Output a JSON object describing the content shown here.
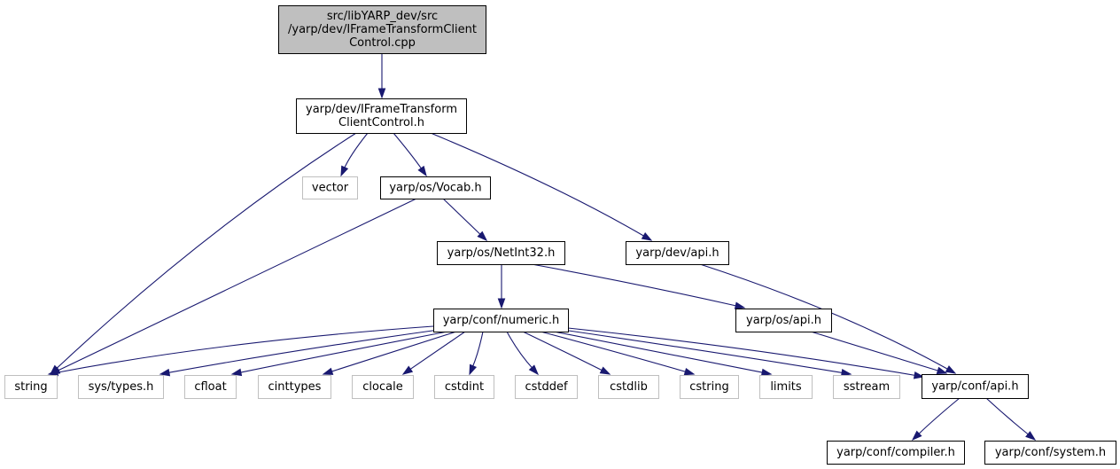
{
  "colors": {
    "edge": "#191970",
    "node_border": "#000000",
    "external_node_border": "#bfbfbf",
    "root_fill": "#bfbfbf",
    "background": "#ffffff"
  },
  "nodes": [
    {
      "id": "root",
      "lines": [
        "src/libYARP_dev/src",
        "/yarp/dev/IFrameTransformClient",
        "Control.cpp"
      ],
      "kind": "root"
    },
    {
      "id": "ifc",
      "lines": [
        "yarp/dev/IFrameTransform",
        "ClientControl.h"
      ],
      "kind": "local"
    },
    {
      "id": "vector",
      "lines": [
        "vector"
      ],
      "kind": "external"
    },
    {
      "id": "vocab",
      "lines": [
        "yarp/os/Vocab.h"
      ],
      "kind": "local"
    },
    {
      "id": "devapi",
      "lines": [
        "yarp/dev/api.h"
      ],
      "kind": "local"
    },
    {
      "id": "netint",
      "lines": [
        "yarp/os/NetInt32.h"
      ],
      "kind": "local"
    },
    {
      "id": "numeric",
      "lines": [
        "yarp/conf/numeric.h"
      ],
      "kind": "local"
    },
    {
      "id": "osapi",
      "lines": [
        "yarp/os/api.h"
      ],
      "kind": "local"
    },
    {
      "id": "string",
      "lines": [
        "string"
      ],
      "kind": "external"
    },
    {
      "id": "systypes",
      "lines": [
        "sys/types.h"
      ],
      "kind": "external"
    },
    {
      "id": "cfloat",
      "lines": [
        "cfloat"
      ],
      "kind": "external"
    },
    {
      "id": "cinttypes",
      "lines": [
        "cinttypes"
      ],
      "kind": "external"
    },
    {
      "id": "clocale",
      "lines": [
        "clocale"
      ],
      "kind": "external"
    },
    {
      "id": "cstdint",
      "lines": [
        "cstdint"
      ],
      "kind": "external"
    },
    {
      "id": "cstddef",
      "lines": [
        "cstddef"
      ],
      "kind": "external"
    },
    {
      "id": "cstdlib",
      "lines": [
        "cstdlib"
      ],
      "kind": "external"
    },
    {
      "id": "cstring",
      "lines": [
        "cstring"
      ],
      "kind": "external"
    },
    {
      "id": "limits",
      "lines": [
        "limits"
      ],
      "kind": "external"
    },
    {
      "id": "sstream",
      "lines": [
        "sstream"
      ],
      "kind": "external"
    },
    {
      "id": "confapi",
      "lines": [
        "yarp/conf/api.h"
      ],
      "kind": "local"
    },
    {
      "id": "compiler",
      "lines": [
        "yarp/conf/compiler.h"
      ],
      "kind": "local"
    },
    {
      "id": "system",
      "lines": [
        "yarp/conf/system.h"
      ],
      "kind": "local"
    }
  ],
  "edges": [
    {
      "from": "root",
      "to": "ifc"
    },
    {
      "from": "ifc",
      "to": "string"
    },
    {
      "from": "ifc",
      "to": "vector"
    },
    {
      "from": "ifc",
      "to": "vocab"
    },
    {
      "from": "ifc",
      "to": "devapi"
    },
    {
      "from": "vocab",
      "to": "string"
    },
    {
      "from": "vocab",
      "to": "netint"
    },
    {
      "from": "netint",
      "to": "numeric"
    },
    {
      "from": "netint",
      "to": "osapi"
    },
    {
      "from": "devapi",
      "to": "confapi"
    },
    {
      "from": "osapi",
      "to": "confapi"
    },
    {
      "from": "numeric",
      "to": "string"
    },
    {
      "from": "numeric",
      "to": "systypes"
    },
    {
      "from": "numeric",
      "to": "cfloat"
    },
    {
      "from": "numeric",
      "to": "cinttypes"
    },
    {
      "from": "numeric",
      "to": "clocale"
    },
    {
      "from": "numeric",
      "to": "cstdint"
    },
    {
      "from": "numeric",
      "to": "cstddef"
    },
    {
      "from": "numeric",
      "to": "cstdlib"
    },
    {
      "from": "numeric",
      "to": "cstring"
    },
    {
      "from": "numeric",
      "to": "limits"
    },
    {
      "from": "numeric",
      "to": "sstream"
    },
    {
      "from": "numeric",
      "to": "confapi"
    },
    {
      "from": "confapi",
      "to": "compiler"
    },
    {
      "from": "confapi",
      "to": "system"
    }
  ]
}
